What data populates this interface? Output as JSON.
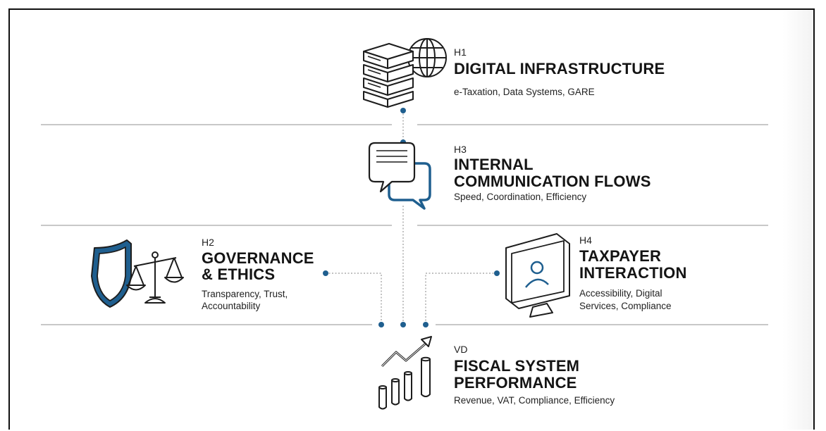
{
  "nodes": {
    "h1": {
      "code": "H1",
      "title": "DIGITAL INFRASTRUCTURE",
      "desc": "e-Taxation, Data Systems, GARE"
    },
    "h3": {
      "code": "H3",
      "title_1": "INTERNAL",
      "title_2": "COMMUNICATION FLOWS",
      "desc": "Speed, Coordination, Efficiency"
    },
    "h2": {
      "code": "H2",
      "title_1": "GOVERNANCE",
      "title_2": "& ETHICS",
      "desc_1": "Transparency, Trust,",
      "desc_2": "Accountability"
    },
    "h4": {
      "code": "H4",
      "title_1": "TAXPAYER",
      "title_2": "INTERACTION",
      "desc_1": "Accessibility, Digital",
      "desc_2": "Services, Compliance"
    },
    "vd": {
      "code": "VD",
      "title_1": "FISCAL SYSTEM",
      "title_2": "PERFORMANCE",
      "desc": "Revenue, VAT, Compliance, Efficiency"
    }
  },
  "icons": {
    "h1": "server-globe-icon",
    "h3": "chat-bubbles-icon",
    "h2": "shield-scales-icon",
    "h4": "monitor-user-icon",
    "vd": "growth-chart-icon"
  },
  "colors": {
    "accent": "#1f5f8f",
    "ink": "#141414",
    "divider": "#b8b8b8"
  }
}
